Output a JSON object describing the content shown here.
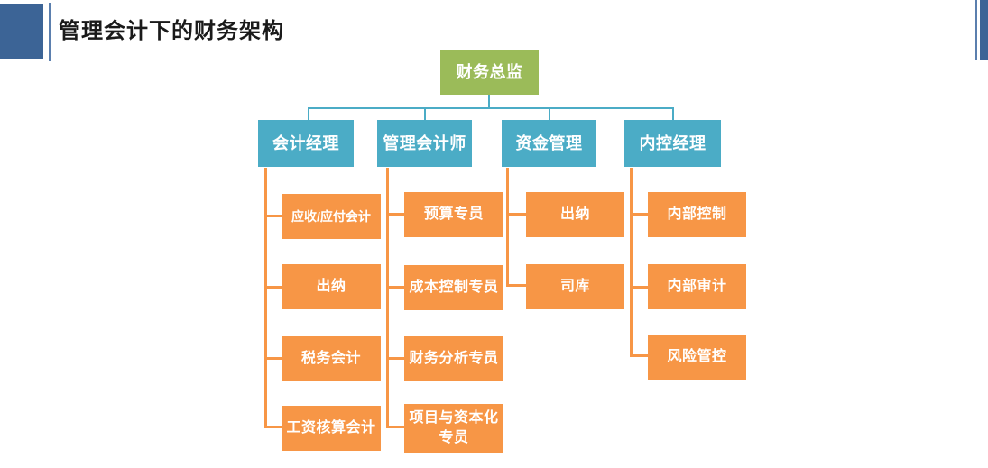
{
  "slide": {
    "title": "管理会计下的财务架构"
  },
  "colors": {
    "accent_blue": "#3C6496",
    "accent_blue_light": "#5B7FAE",
    "node_green": "#9BBB59",
    "node_teal": "#4BACC6",
    "node_orange": "#F79646",
    "node_text": "#FFFFFF",
    "title_text": "#1A1A1A",
    "background": "#FFFFFF"
  },
  "org": {
    "root": "财务总监",
    "branches": [
      {
        "label": "会计经理",
        "children": [
          "应收/应付会计",
          "出纳",
          "税务会计",
          "工资核算会计"
        ]
      },
      {
        "label": "管理会计师",
        "children": [
          "预算专员",
          "成本控制专员",
          "财务分析专员",
          "项目与资本化专员"
        ]
      },
      {
        "label": "资金管理",
        "children": [
          "出纳",
          "司库"
        ]
      },
      {
        "label": "内控经理",
        "children": [
          "内部控制",
          "内部审计",
          "风险管控"
        ]
      }
    ]
  }
}
